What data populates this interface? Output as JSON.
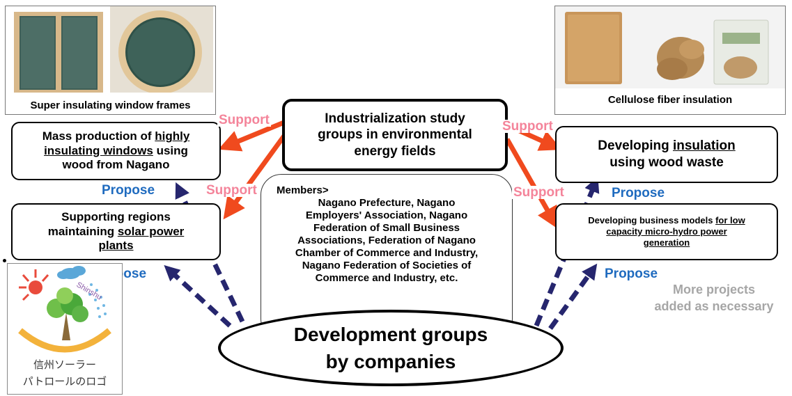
{
  "photos": {
    "window_caption": "Super insulating window frames",
    "cellulose_caption": "Cellulose fiber insulation"
  },
  "center": {
    "title_line1": "Industrialization study",
    "title_line2": "groups in environmental",
    "title_line3": "energy fields",
    "members_label": "Members>",
    "members_line1": "Nagano Prefecture, Nagano",
    "members_line2": "Employers' Association, Nagano",
    "members_line3": "Federation of Small Business",
    "members_line4": "Associations, Federation of Nagano",
    "members_line5": "Chamber of Commerce and Industry,",
    "members_line6": "Nagano Federation of Societies of",
    "members_line7": "Commerce and Industry, etc."
  },
  "left_top": {
    "line1": "Mass production of ",
    "line1_u": "highly",
    "line2_u": "insulating windows",
    "line2_rest": " using",
    "line3": "wood from Nagano"
  },
  "left_bottom": {
    "line1": "Supporting regions",
    "line2": "maintaining ",
    "line2_u": "solar power",
    "line3_u": "plants"
  },
  "right_top": {
    "line1": "Developing ",
    "line1_u": "insulation",
    "line2": "using wood waste"
  },
  "right_bottom": {
    "line1": "Developing business models ",
    "line1_u": "for low",
    "line2_u": "capacity micro-hydro power",
    "line3_u": "generation"
  },
  "labels": {
    "support": "Support",
    "propose": "Propose"
  },
  "more_projects": {
    "line1": "More projects",
    "line2": "added as necessary"
  },
  "ellipse": {
    "line1": "Development groups",
    "line2": "by companies"
  },
  "logo": {
    "line1": "信州ソーラー",
    "line2": "パトロールのロゴ",
    "arc_text": "Shinshu"
  },
  "colors": {
    "support_arrow": "#f04a1e",
    "propose_arrow": "#26266e",
    "support_text": "#f4849a",
    "propose_text": "#1f6bbf",
    "more_projects_text": "#a6a6a6"
  }
}
